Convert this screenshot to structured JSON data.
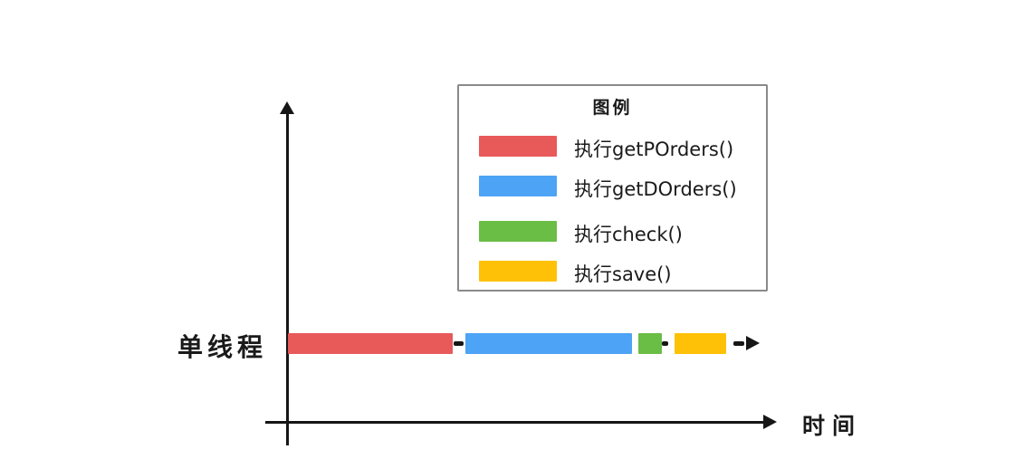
{
  "page": {
    "background": "#ffffff"
  },
  "colors": {
    "red": "#e8595a",
    "blue": "#4da3f5",
    "green": "#6abd45",
    "yellow": "#ffc107",
    "axis": "#161616"
  },
  "axes": {
    "x_label": "时间"
  },
  "timeline": {
    "thread_label": "单线程",
    "segments": [
      {
        "name": "执行getPOrders()",
        "color": "#e8595a",
        "relative_length": 182
      },
      {
        "name": "执行getDOrders()",
        "color": "#4da3f5",
        "relative_length": 184
      },
      {
        "name": "执行check()",
        "color": "#6abd45",
        "relative_length": 28
      },
      {
        "name": "执行save()",
        "color": "#ffc107",
        "relative_length": 58
      }
    ]
  },
  "legend": {
    "title": "图例",
    "items": [
      {
        "label": "执行getPOrders()",
        "color": "#e8595a"
      },
      {
        "label": "执行getDOrders()",
        "color": "#4da3f5"
      },
      {
        "label": "执行check()",
        "color": "#6abd45"
      },
      {
        "label": "执行save()",
        "color": "#ffc107"
      }
    ]
  }
}
